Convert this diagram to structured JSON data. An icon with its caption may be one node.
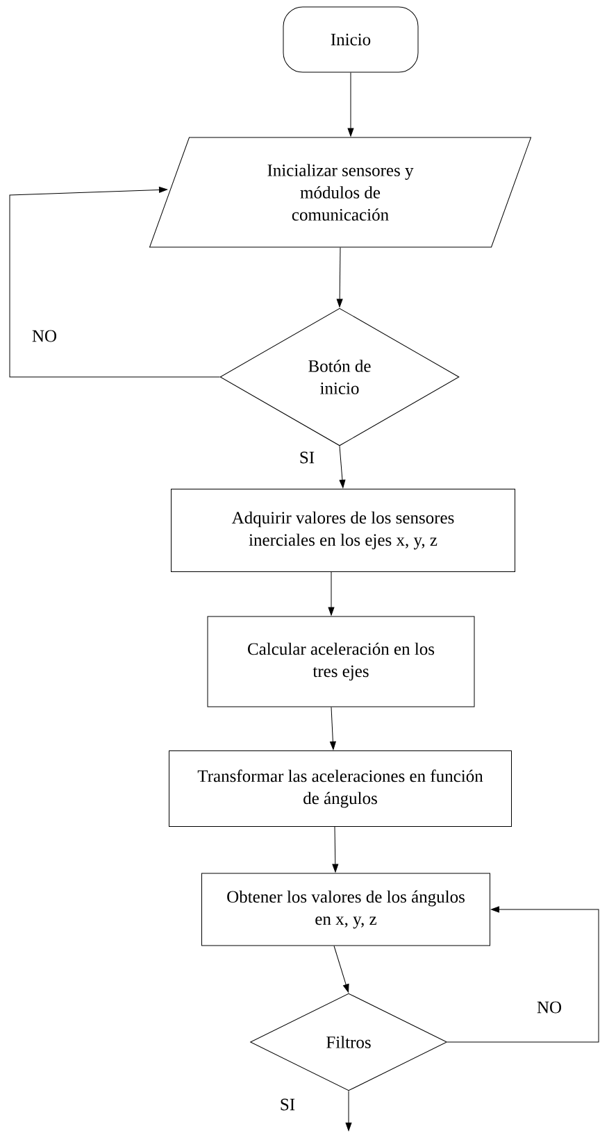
{
  "diagram": {
    "nodes": [
      {
        "text": [
          "Inicio"
        ]
      },
      {
        "text": [
          "Inicializar sensores y módulos de comunicación"
        ]
      },
      {
        "text": [
          "Botón de inicio"
        ]
      },
      {
        "text": [
          "Adquirir valores de los sensores inerciales en los ejes x, y, z"
        ]
      },
      {
        "text": [
          "Calcular aceleración en los tres ejes"
        ]
      },
      {
        "text": [
          "Transformar las aceleraciones en función de ángulos"
        ]
      },
      {
        "text": [
          "Obtener los valores de los ángulos en x, y, z"
        ]
      },
      {
        "text": [
          "Filtros"
        ]
      }
    ],
    "edges": [
      {
        "from": 0,
        "to": 1,
        "arrow": "to"
      },
      {
        "from": 1,
        "to": 2,
        "arrow": "to"
      },
      {
        "from": 2,
        "to": 1,
        "arrow": "to",
        "label": "NO"
      },
      {
        "from": 2,
        "to": 3,
        "arrow": "to",
        "label": "SI"
      },
      {
        "from": 3,
        "to": 4,
        "arrow": "to"
      },
      {
        "from": 4,
        "to": 5,
        "arrow": "to"
      },
      {
        "from": 5,
        "to": 6,
        "arrow": "to"
      },
      {
        "from": 6,
        "to": 7,
        "arrow": "to"
      },
      {
        "from": 7,
        "to": 6,
        "arrow": "to",
        "label": "NO"
      },
      {
        "from": 7,
        "to": null,
        "arrow": "to",
        "label": "SI"
      }
    ]
  }
}
